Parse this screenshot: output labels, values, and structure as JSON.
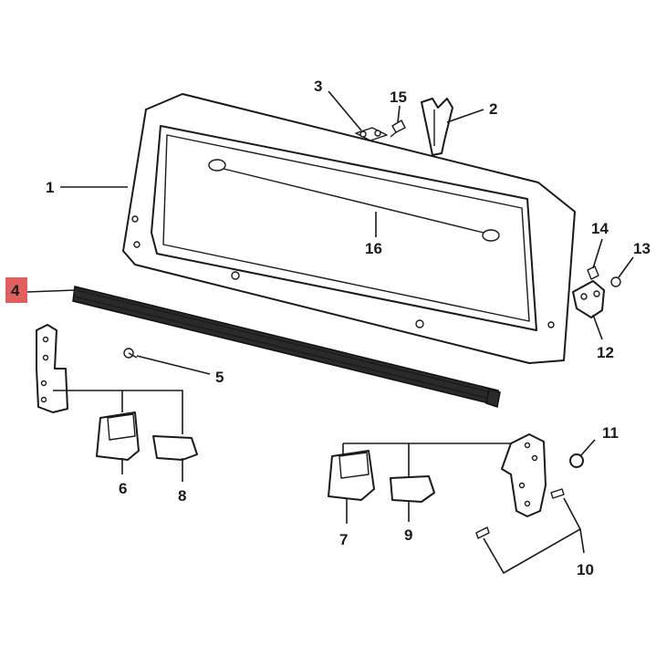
{
  "diagram": {
    "callouts": [
      "1",
      "2",
      "3",
      "4",
      "5",
      "6",
      "7",
      "8",
      "9",
      "10",
      "11",
      "12",
      "13",
      "14",
      "15",
      "16"
    ],
    "highlighted_callout": "4",
    "colors": {
      "highlight": "#e06060",
      "line": "#1a1a1a",
      "background": "#ffffff"
    }
  }
}
